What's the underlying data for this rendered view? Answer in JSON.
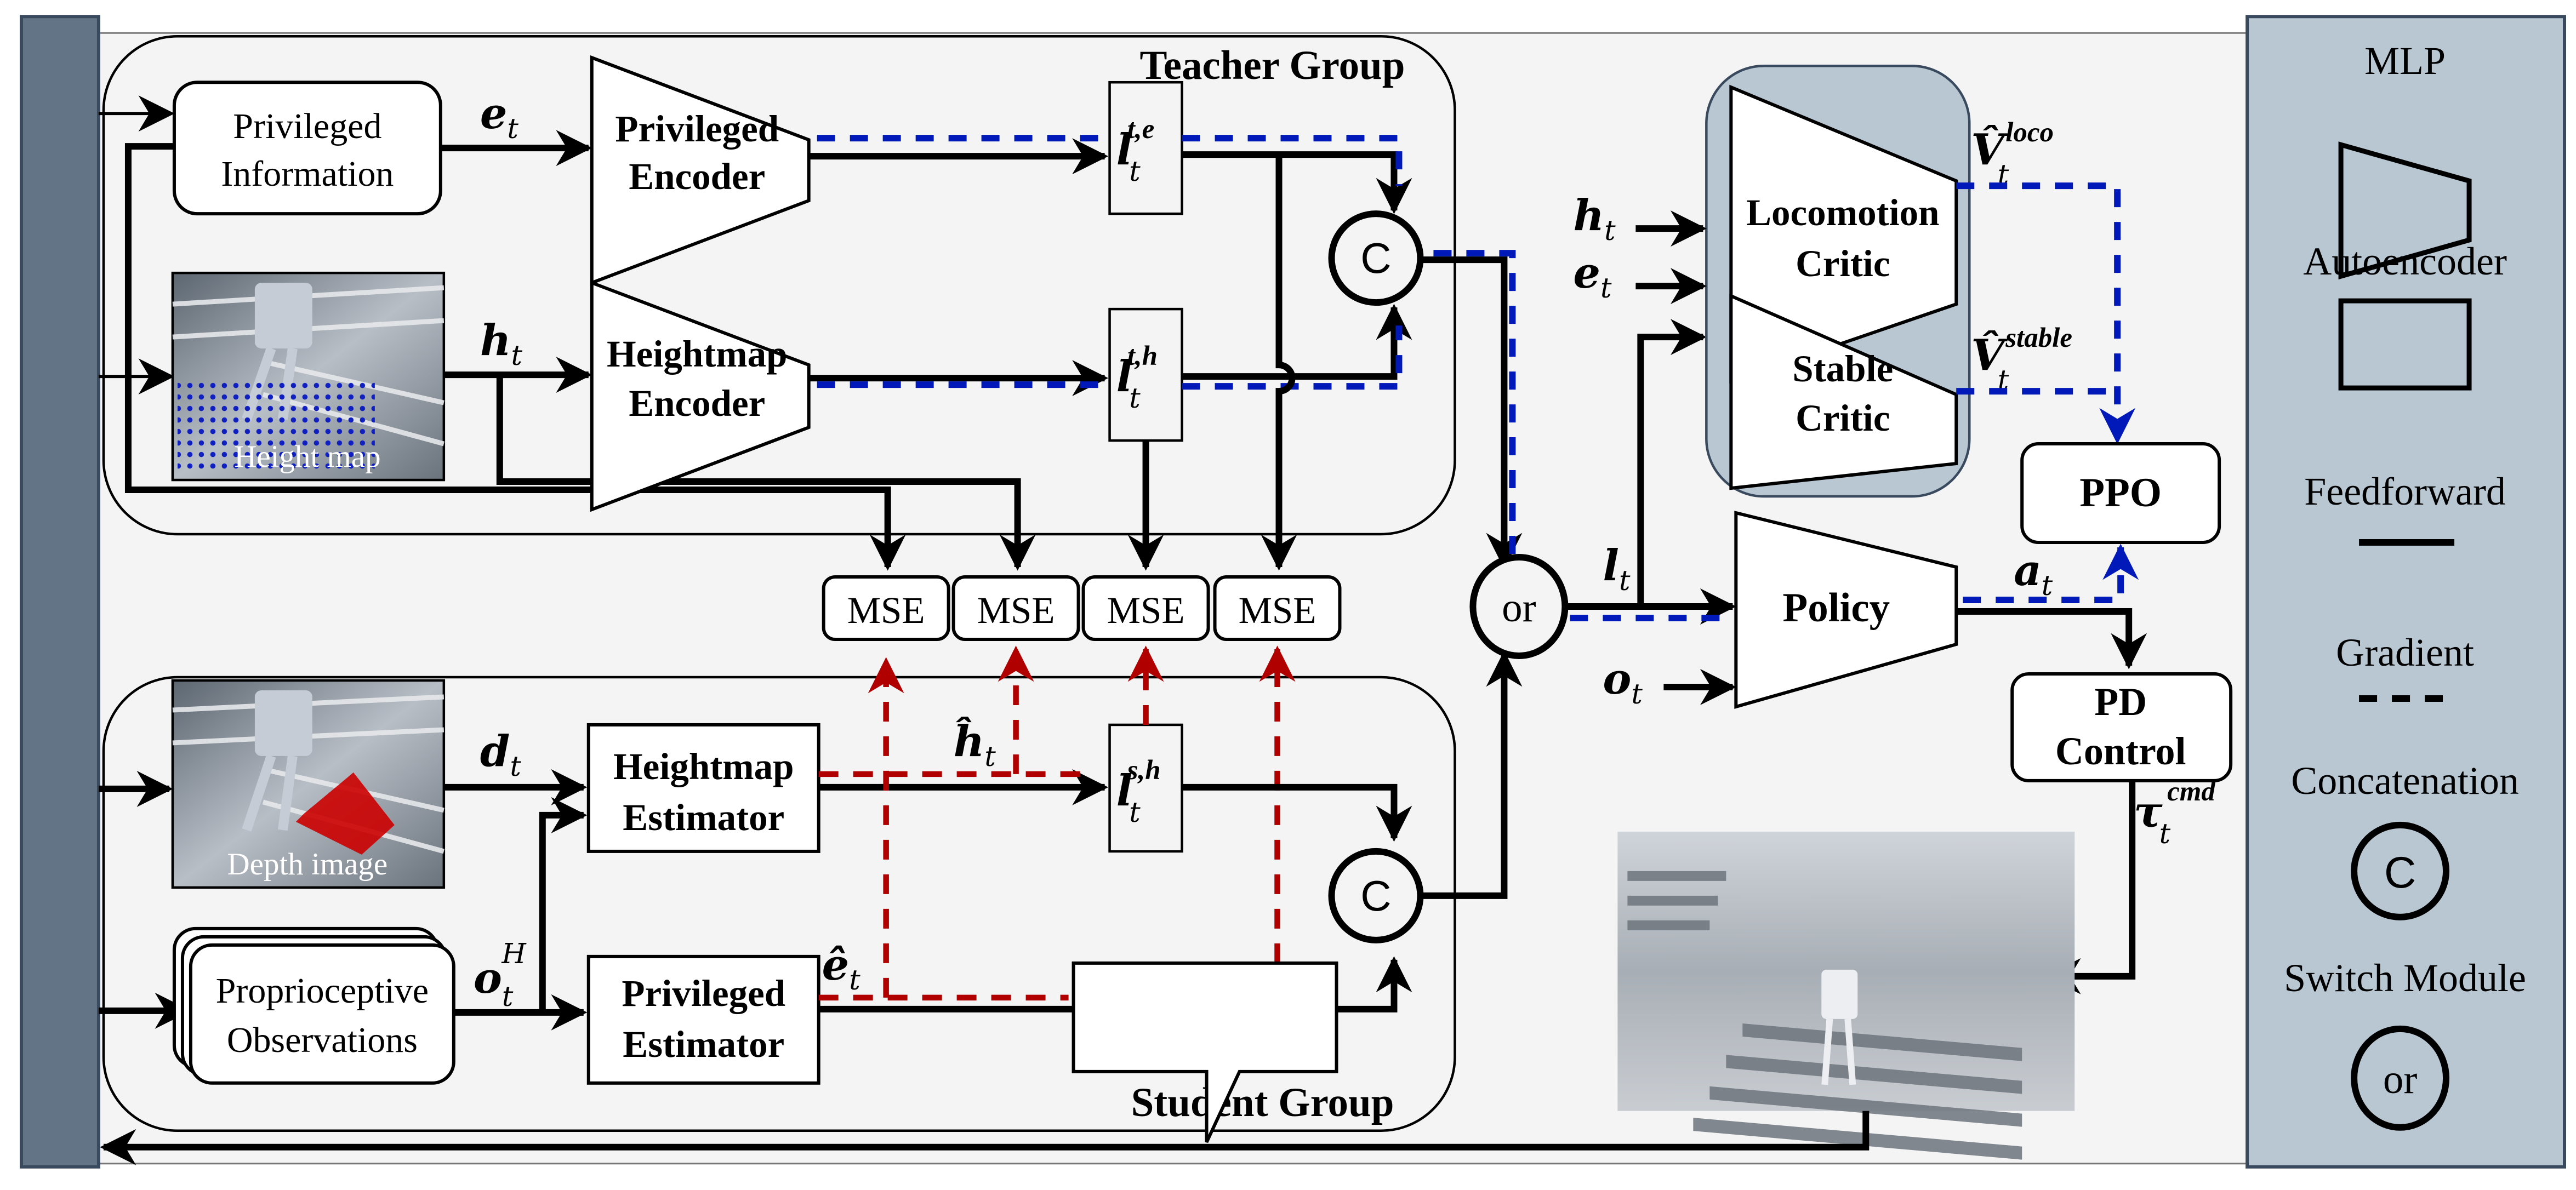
{
  "figure": {
    "colors": {
      "panel_bg": "#f4f4f4",
      "sidebar": "#637486",
      "sidebar_border": "#3a4a5e",
      "legend_bg": "#b9c7d2",
      "critic_bg": "#b9c7d2",
      "gradient_blue": "#0019b8",
      "gradient_red": "#b00000",
      "feedforward": "#000000"
    }
  },
  "teacher_group": {
    "title": "Teacher Group",
    "privileged_information": [
      "Privileged",
      "Information"
    ],
    "privileged_encoder": [
      "Privileged",
      "Encoder"
    ],
    "heightmap_encoder": [
      "Heightmap",
      "Encoder"
    ],
    "height_map_image_caption": "Height map",
    "e_t": {
      "base": "e",
      "sub": "t"
    },
    "h_t": {
      "base": "h",
      "sub": "t"
    },
    "latent_te": {
      "base": "l",
      "sub": "t",
      "sup": "t,e"
    },
    "latent_th": {
      "base": "l",
      "sub": "t",
      "sup": "t,h"
    },
    "concat_symbol": "C"
  },
  "mse_boxes": [
    "MSE",
    "MSE",
    "MSE",
    "MSE"
  ],
  "student_group": {
    "title": "Student Group",
    "depth_image_caption": "Depth image",
    "proprioceptive": [
      "Proprioceptive",
      "Observations"
    ],
    "heightmap_estimator": [
      "Heightmap",
      "Estimator"
    ],
    "privileged_estimator": [
      "Privileged",
      "Estimator"
    ],
    "d_t": {
      "base": "d",
      "sub": "t"
    },
    "o_t_H": {
      "base": "o",
      "sub": "t",
      "sup": "H"
    },
    "h_hat_t": {
      "base": "ĥ",
      "sub": "t"
    },
    "e_hat_t": {
      "base": "ê",
      "sub": "t"
    },
    "latent_sh": {
      "base": "l",
      "sub": "t",
      "sup": "s,h"
    },
    "concat_symbol": "C"
  },
  "switch": {
    "symbol": "or"
  },
  "actor_critic": {
    "locomotion_critic": [
      "Locomotion",
      "Critic"
    ],
    "stable_critic": [
      "Stable",
      "Critic"
    ],
    "v_loco": {
      "base": "V̂",
      "sub": "t",
      "sup": "loco"
    },
    "v_stable": {
      "base": "V̂",
      "sub": "t",
      "sup": "stable"
    },
    "inputs": [
      {
        "base": "h",
        "sub": "t"
      },
      {
        "base": "e",
        "sub": "t"
      }
    ],
    "l_t": {
      "base": "l",
      "sub": "t"
    },
    "o_t": {
      "base": "o",
      "sub": "t"
    },
    "policy": "Policy",
    "a_t": {
      "base": "a",
      "sub": "t"
    },
    "ppo": "PPO",
    "pd_control": [
      "PD",
      "Control"
    ],
    "tau_cmd": {
      "base": "τ",
      "sub": "t",
      "sup": "cmd"
    }
  },
  "legend": {
    "items": [
      {
        "label": "MLP",
        "symbol": "trapezoid"
      },
      {
        "label": "Autoencoder",
        "symbol": "rectangle"
      },
      {
        "label": "Feedforward",
        "symbol": "solid-line"
      },
      {
        "label": "Gradient",
        "symbol": "dashed-line"
      },
      {
        "label": "Concatenation",
        "symbol": "C"
      },
      {
        "label": "Switch Module",
        "symbol": "or"
      }
    ]
  }
}
